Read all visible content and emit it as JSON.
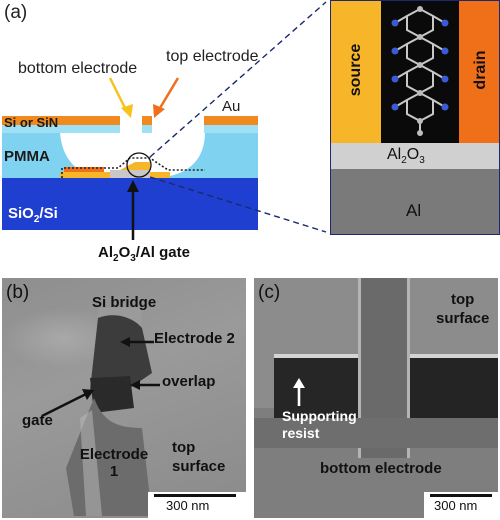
{
  "panel_a": {
    "panel_label": "(a)",
    "label_bottom_electrode": "bottom electrode",
    "label_top_electrode": "top electrode",
    "label_au": "Au",
    "label_si_sin": "Si or SiN",
    "label_pmma": "PMMA",
    "label_sio2": "SiO",
    "label_sio2_sub": "2",
    "label_sio2_tail": "/Si",
    "label_gate_1": "Al",
    "label_gate_sub1": "2",
    "label_gate_2": "O",
    "label_gate_sub2": "3",
    "label_gate_3": "/Al gate",
    "inset": {
      "label_source": "source",
      "label_drain": "drain",
      "label_al2o3_1": "Al",
      "label_al2o3_sub1": "2",
      "label_al2o3_2": "O",
      "label_al2o3_sub2": "3",
      "label_al": "Al"
    }
  },
  "panel_b": {
    "panel_label": "(b)",
    "label_si_bridge": "Si bridge",
    "label_electrode2": "Electrode 2",
    "label_overlap": "overlap",
    "label_gate": "gate",
    "label_electrode1_l1": "Electrode",
    "label_electrode1_l2": "1",
    "label_top_l1": "top",
    "label_top_l2": "surface",
    "scale_bar": "300 nm"
  },
  "panel_c": {
    "panel_label": "(c)",
    "label_top_l1": "top",
    "label_top_l2": "surface",
    "label_support_l1": "Supporting",
    "label_support_l2": "resist",
    "label_bottom_electrode": "bottom electrode",
    "scale_bar": "300 nm"
  },
  "colors": {
    "source_yellow": "#f7b52a",
    "drain_orange": "#f0701a",
    "pmma_blue": "#7fd3f0",
    "sio2_blue": "#1e3fd0",
    "au_orange": "#f08a1e",
    "al2o3_gray": "#d0d0d0",
    "al_gray": "#7a7a7a"
  }
}
